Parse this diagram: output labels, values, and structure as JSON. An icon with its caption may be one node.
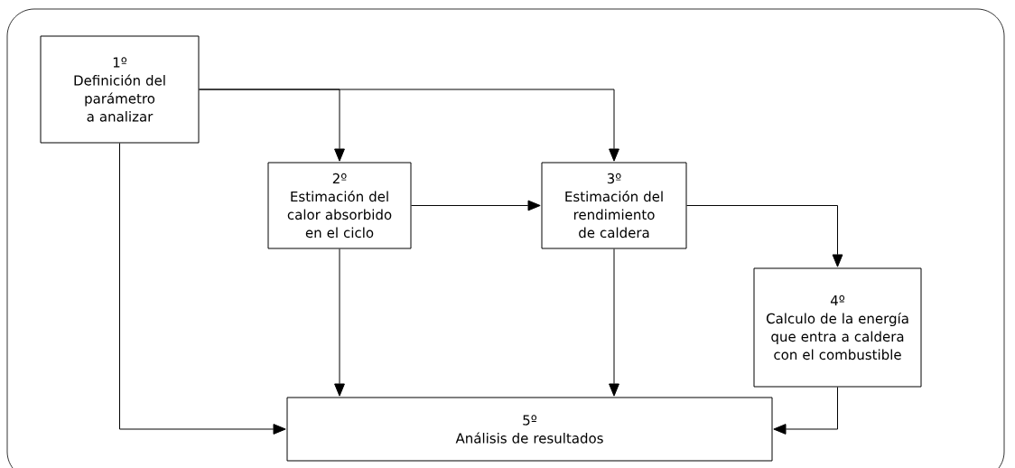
{
  "diagram": {
    "nodes": [
      {
        "text": [
          "1º",
          "Definición del parámetro a analizar"
        ]
      },
      {
        "text": [
          "2º",
          "Estimación del calor absorbido en el ciclo"
        ]
      },
      {
        "text": [
          "3º",
          "Estimación del rendimiento de caldera"
        ]
      },
      {
        "text": [
          "4º",
          "Calculo de la energía que entra a caldera con el combustible"
        ]
      },
      {
        "text": [
          "5º",
          "Análisis de resultados"
        ]
      }
    ],
    "edges": [
      {
        "from": 0,
        "to": 1,
        "arrow": "to"
      },
      {
        "from": 0,
        "to": 2,
        "arrow": "to"
      },
      {
        "from": 1,
        "to": 2,
        "arrow": "to"
      },
      {
        "from": 2,
        "to": 3,
        "arrow": "to"
      },
      {
        "from": 0,
        "to": 4,
        "arrow": "to"
      },
      {
        "from": 1,
        "to": 4,
        "arrow": "to"
      },
      {
        "from": 2,
        "to": 4,
        "arrow": "to"
      },
      {
        "from": 3,
        "to": 4,
        "arrow": "to"
      }
    ]
  }
}
